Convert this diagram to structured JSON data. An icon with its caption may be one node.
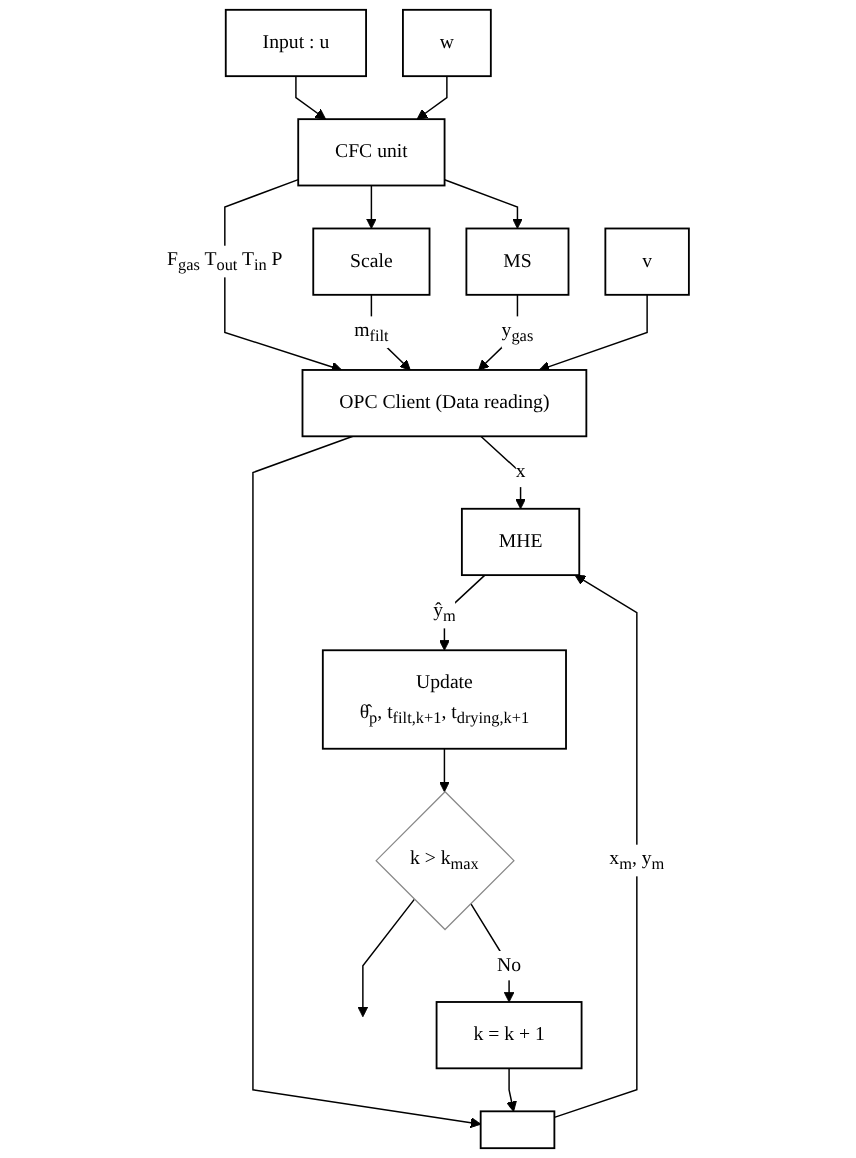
{
  "diagram": {
    "nodes": [
      {
        "text": [
          "Input : u"
        ]
      },
      {
        "text": [
          "CFC unit"
        ]
      },
      {
        "text": [
          "w"
        ]
      },
      {
        "text": [
          "Scale"
        ]
      },
      {
        "text": [
          "MS"
        ]
      },
      {
        "text": [
          "OPC Client (Data reading)"
        ]
      },
      {
        "text": [
          "v"
        ]
      },
      {
        "text": [],
        "shape": "box"
      },
      {
        "text": [
          "MHE"
        ]
      },
      {
        "text": [
          "Update",
          "θ̂$_{p}$, t$_{filt,k+1}$, t$_{drying,k+1}$"
        ]
      },
      {
        "text": [
          "k > k$_{max}$"
        ]
      },
      {
        "text": [
          "k = k + 1"
        ]
      }
    ],
    "edges": [
      {
        "from": 0,
        "to": 1,
        "arrow": "to"
      },
      {
        "from": 2,
        "to": 1,
        "arrow": "to"
      },
      {
        "from": 1,
        "to": 3,
        "arrow": "to"
      },
      {
        "from": 1,
        "to": 4,
        "arrow": "to"
      },
      {
        "from": 1,
        "to": 5,
        "arrow": "to",
        "label": "F$_{gas}$ T$_{out}$ T$_{in}$ P"
      },
      {
        "from": 3,
        "to": 5,
        "arrow": "to",
        "label": "m$_{filt}$"
      },
      {
        "from": 4,
        "to": 5,
        "arrow": "to",
        "label": "y$_{gas}$"
      },
      {
        "from": 6,
        "to": 5,
        "arrow": "to"
      },
      {
        "from": 5,
        "to": 8,
        "arrow": "to",
        "label": "x"
      },
      {
        "from": 5,
        "to": 7,
        "arrow": "to"
      },
      {
        "from": 7,
        "to": 8,
        "arrow": "to",
        "label": "x$_{m}$, y$_{m}$"
      },
      {
        "from": 8,
        "to": 9,
        "arrow": "to",
        "label": "ŷ$_{m}$"
      },
      {
        "from": 9,
        "to": 10,
        "arrow": "to"
      },
      {
        "from": 10,
        "to": 11,
        "arrow": "to",
        "label": "No"
      },
      {
        "from": 11,
        "to": 7,
        "arrow": "to"
      },
      {
        "from": 10,
        "to": null,
        "arrow": "to"
      }
    ]
  }
}
